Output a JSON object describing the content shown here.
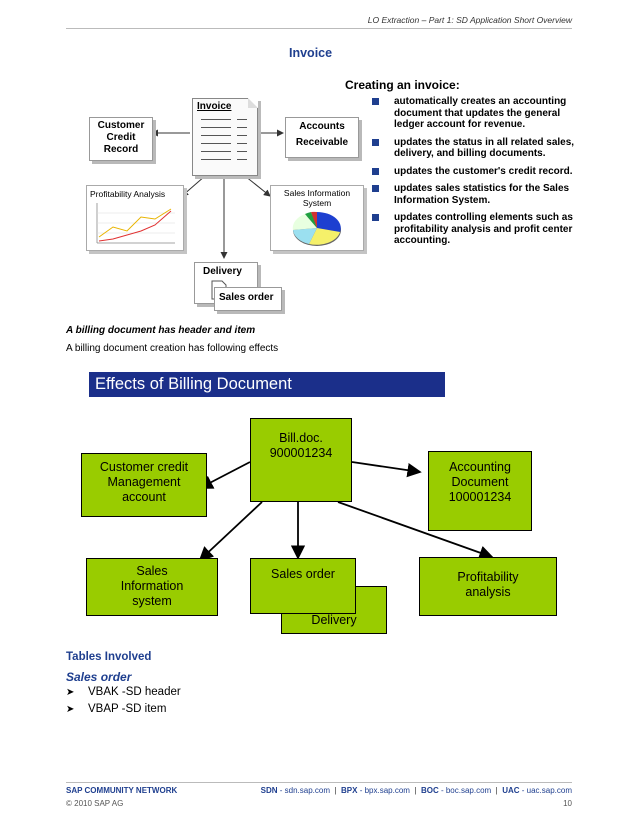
{
  "header": {
    "text": "LO Extraction – Part 1: SD Application Short Overview"
  },
  "invoice_figure": {
    "title": "Invoice",
    "invoice_label": "Invoice",
    "customer_credit_record": [
      "Customer",
      "Credit",
      "Record"
    ],
    "accounts_receivable": [
      "Accounts",
      "Receivable"
    ],
    "profitability_analysis": "Profitability Analysis",
    "sales_information_system": [
      "Sales Information",
      "System"
    ],
    "delivery": "Delivery",
    "sales_order": "Sales order",
    "creating_heading": "Creating an invoice:",
    "effects": [
      "automatically creates an accounting document that updates the general ledger account for revenue.",
      "updates the status in all related sales, delivery, and billing documents.",
      "updates the customer's credit record.",
      "updates sales statistics for the Sales Information System.",
      "updates controlling elements such as profitability analysis and profit center accounting."
    ]
  },
  "captions": {
    "bold": "A billing document has header and item",
    "normal": "A billing document creation has following effects"
  },
  "billing_figure": {
    "title": "Effects of Billing Document",
    "bill_doc": [
      "Bill.doc.",
      "900001234"
    ],
    "customer_credit": [
      "Customer credit",
      "Management",
      "account"
    ],
    "accounting_document": [
      "Accounting",
      "Document",
      "100001234"
    ],
    "sales_information": [
      "Sales",
      "Information",
      "system"
    ],
    "sales_order": "Sales order",
    "delivery": "Delivery",
    "profitability": [
      "Profitability",
      "analysis"
    ]
  },
  "tables_section": {
    "heading": "Tables Involved",
    "subheading": "Sales order",
    "items": [
      "VBAK -SD header",
      "VBAP -SD item"
    ]
  },
  "footer": {
    "left": "SAP COMMUNITY NETWORK",
    "links": [
      {
        "label": "SDN",
        "url": "sdn.sap.com"
      },
      {
        "label": "BPX",
        "url": "bpx.sap.com"
      },
      {
        "label": "BOC",
        "url": "boc.sap.com"
      },
      {
        "label": "UAC",
        "url": "uac.sap.com"
      }
    ],
    "copyright": "© 2010 SAP AG",
    "page": "10"
  },
  "colors": {
    "title_blue": "#1f3f8f",
    "banner_blue": "#1b2f8a",
    "box_green": "#99cc00"
  }
}
